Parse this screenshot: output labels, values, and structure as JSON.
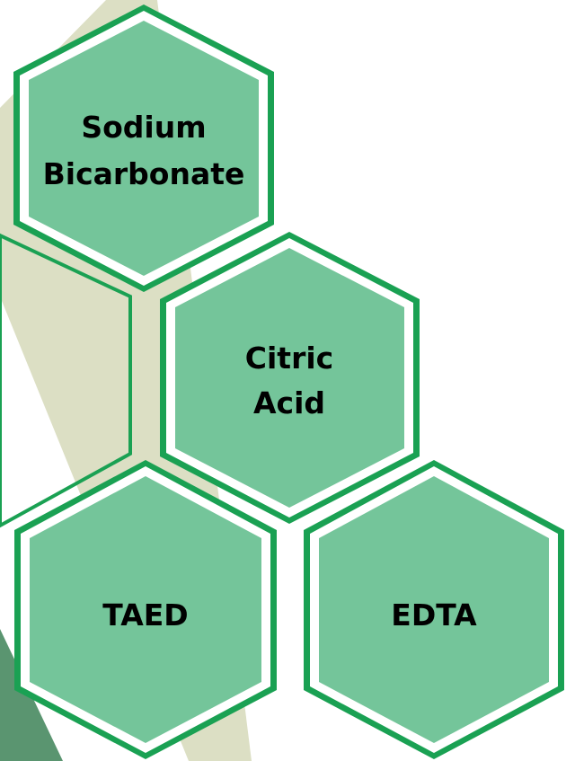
{
  "colors": {
    "background": "#ffffff",
    "stripe": "#dcdfc4",
    "dark_green": "#5a9570",
    "hex_outline": "#1aa153",
    "hex_ring": "#ffffff",
    "hex_fill": "#74c59a",
    "text": "#000000"
  },
  "hexagons": [
    {
      "id": "sodium-bicarbonate",
      "lines": [
        "Sodium",
        "Bicarbonate"
      ]
    },
    {
      "id": "citric-acid",
      "lines": [
        "Citric",
        "Acid"
      ]
    },
    {
      "id": "taed",
      "lines": [
        "TAED"
      ]
    },
    {
      "id": "edta",
      "lines": [
        "EDTA"
      ]
    }
  ]
}
